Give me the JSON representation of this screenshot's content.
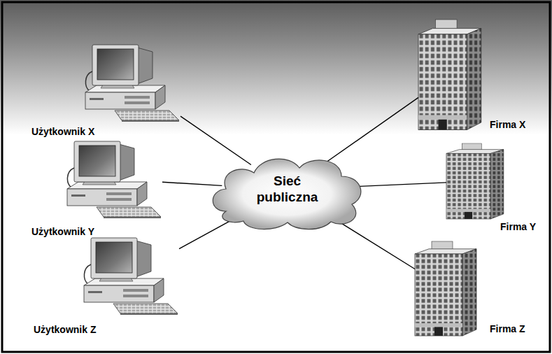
{
  "diagram": {
    "nodes": [
      {
        "text": [
          "Użytkownik X"
        ]
      },
      {
        "text": [
          "Użytkownik Y"
        ]
      },
      {
        "text": [
          "Użytkownik Z"
        ]
      },
      {
        "text": [
          "Sieć publiczna"
        ]
      },
      {
        "text": [
          "Firma X"
        ]
      },
      {
        "text": [
          "Firma Y"
        ]
      },
      {
        "text": [
          "Firma Z"
        ]
      }
    ],
    "edges": [
      {
        "from": 0,
        "to": 3,
        "arrow": "none"
      },
      {
        "from": 1,
        "to": 3,
        "arrow": "none"
      },
      {
        "from": 2,
        "to": 3,
        "arrow": "none"
      },
      {
        "from": 3,
        "to": 4,
        "arrow": "none"
      },
      {
        "from": 3,
        "to": 5,
        "arrow": "none"
      },
      {
        "from": 3,
        "to": 6,
        "arrow": "none"
      }
    ]
  }
}
